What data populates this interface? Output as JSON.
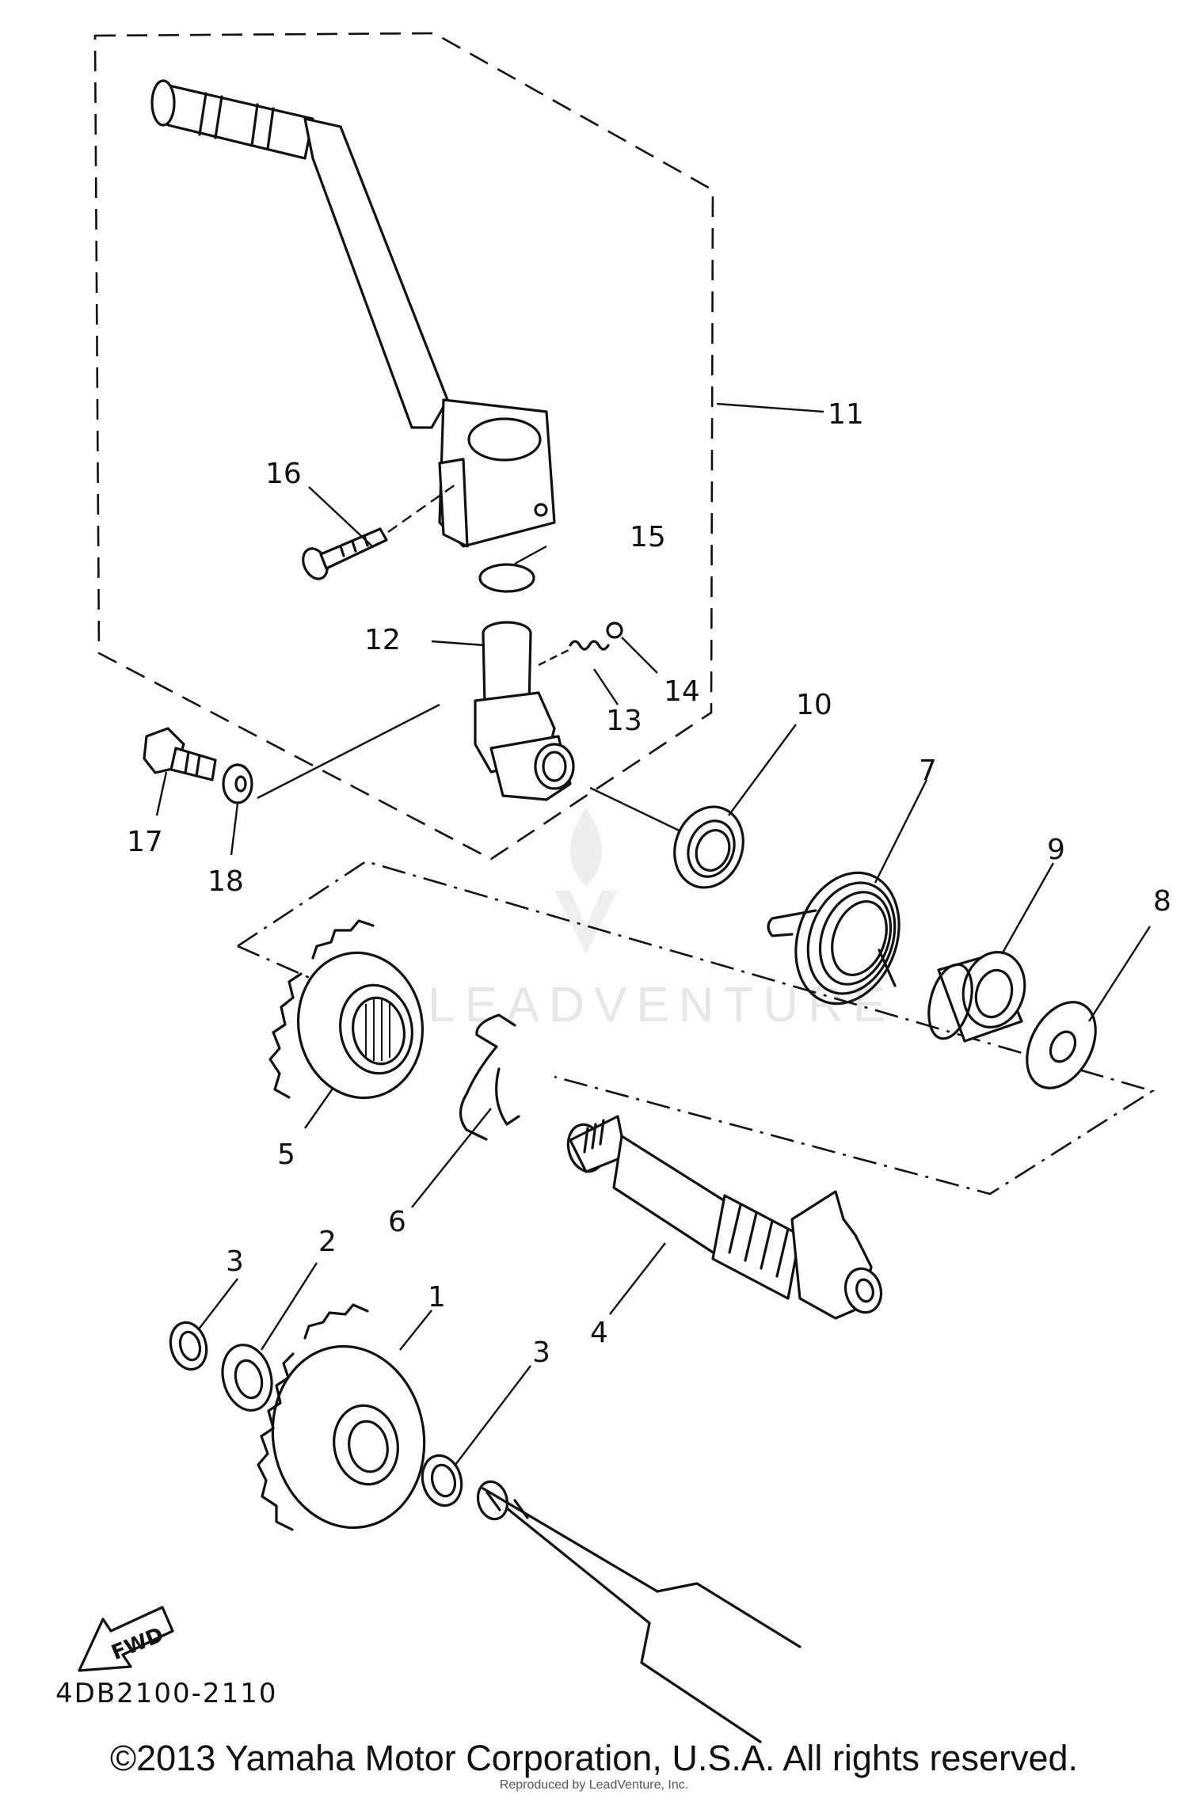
{
  "diagram": {
    "part_code": "4DB2100-2110",
    "direction_label": "FWD",
    "watermark": "LEADVENTURE",
    "callouts": [
      "1",
      "2",
      "3",
      "3",
      "4",
      "5",
      "6",
      "7",
      "8",
      "9",
      "10",
      "11",
      "12",
      "13",
      "14",
      "15",
      "16",
      "17",
      "18"
    ],
    "icons": [
      "kick-crank-lever",
      "kick-axle-gear",
      "fwd-arrow",
      "leadventure-logo"
    ]
  },
  "footer": {
    "copyright": "©2013 Yamaha Motor Corporation, U.S.A. All rights reserved.",
    "reproduced": "Reproduced by LeadVenture, Inc."
  }
}
